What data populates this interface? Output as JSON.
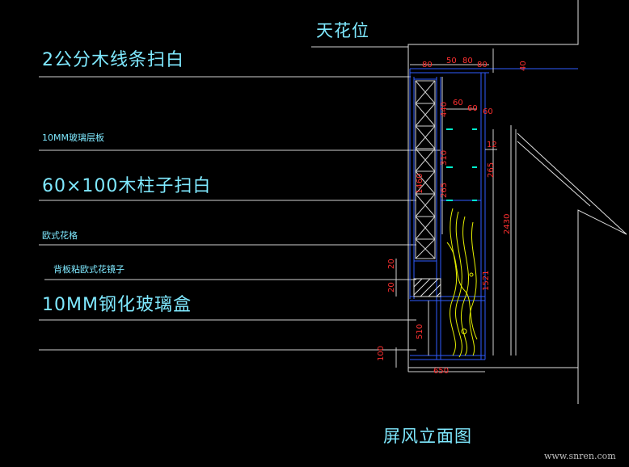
{
  "labels": {
    "ceiling": "天花位",
    "wood_strip": "2公分木线条扫白",
    "glass_shelf": "10MM玻璃层板",
    "wood_post": "60×100木柱子扫白",
    "euro_lattice": "欧式花格",
    "back_mirror": "背板粘欧式花镜子",
    "glass_box": "10MM钢化玻璃盒",
    "drawing_title": "屏风立面图"
  },
  "dimensions": {
    "top_80a": "80",
    "top_50": "50",
    "top_80b": "80",
    "top_80c": "80",
    "right_40": "40",
    "v_440": "440",
    "d_60a": "60",
    "d_60b": "60",
    "d_60c": "60",
    "v_310": "310",
    "d_12": "12",
    "d_265a": "265",
    "d_265b": "265",
    "v_1460": "1460",
    "v_2430": "2430",
    "v_20a": "20",
    "v_1521": "1521",
    "v_20b": "20",
    "v_510": "510",
    "v_100": "100",
    "h_650": "650"
  },
  "watermark": "www.snren.com",
  "colors": {
    "label": "#7fe9ff",
    "dimension": "#ff3030",
    "structure": "#2f5dff",
    "ornament": "#e6f000",
    "leader": "#d0d0d0",
    "shelf": "#00ffd0"
  }
}
